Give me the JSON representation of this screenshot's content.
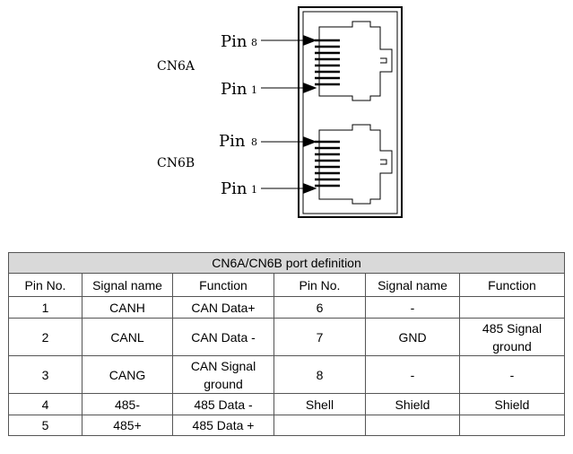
{
  "diagram": {
    "connector_a": "CN6A",
    "connector_b": "CN6B",
    "pin_word": "Pin",
    "pin_high": "8",
    "pin_low": "1"
  },
  "table": {
    "title": "CN6A/CN6B port definition",
    "headers": [
      "Pin No.",
      "Signal name",
      "Function",
      "Pin No.",
      "Signal name",
      "Function"
    ],
    "rows": [
      [
        "1",
        "CANH",
        "CAN Data+",
        "6",
        "-",
        ""
      ],
      [
        "2",
        "CANL",
        "CAN Data -",
        "7",
        "GND",
        "485 Signal ground"
      ],
      [
        "3",
        "CANG",
        "CAN Signal ground",
        "8",
        "-",
        "-"
      ],
      [
        "4",
        "485-",
        "485 Data -",
        "Shell",
        "Shield",
        "Shield"
      ],
      [
        "5",
        "485+",
        "485 Data +",
        "",
        "",
        ""
      ]
    ]
  }
}
